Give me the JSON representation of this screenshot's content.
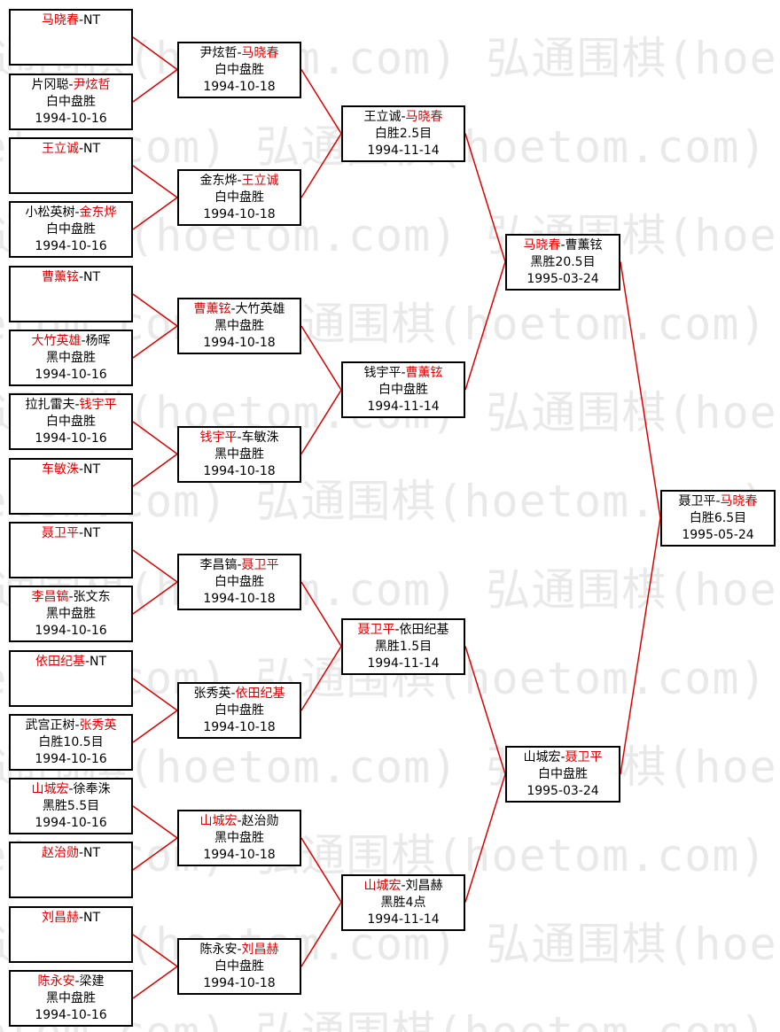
{
  "watermark": {
    "text": "弘通围棋(hoetom.com)"
  },
  "colors": {
    "winner_red": "#dd0000",
    "connector_red": "#dd0000",
    "box_border": "#000000",
    "box_background": "#ffffff",
    "text_black": "#000000",
    "watermark_gray": "#e9e9e9"
  },
  "rounds": [
    {
      "matches": [
        {
          "pre": "",
          "red": "马晓春",
          "post": "-NT",
          "result": "",
          "date": ""
        },
        {
          "pre": "片冈聪-",
          "red": "尹炫哲",
          "post": "",
          "result": "白中盘胜",
          "date": "1994-10-16"
        },
        {
          "pre": "",
          "red": "王立诚",
          "post": "-NT",
          "result": "",
          "date": ""
        },
        {
          "pre": "小松英树-",
          "red": "金东烨",
          "post": "",
          "result": "白中盘胜",
          "date": "1994-10-16"
        },
        {
          "pre": "",
          "red": "曹薰铉",
          "post": "-NT",
          "result": "",
          "date": ""
        },
        {
          "pre": "",
          "red": "大竹英雄",
          "post": "-杨晖",
          "result": "黑中盘胜",
          "date": "1994-10-16"
        },
        {
          "pre": "拉扎雷夫-",
          "red": "钱宇平",
          "post": "",
          "result": "白中盘胜",
          "date": "1994-10-16"
        },
        {
          "pre": "",
          "red": "车敏洙",
          "post": "-NT",
          "result": "",
          "date": ""
        },
        {
          "pre": "",
          "red": "聂卫平",
          "post": "-NT",
          "result": "",
          "date": ""
        },
        {
          "pre": "",
          "red": "李昌镐",
          "post": "-张文东",
          "result": "黑中盘胜",
          "date": "1994-10-16"
        },
        {
          "pre": "",
          "red": "依田纪基",
          "post": "-NT",
          "result": "",
          "date": ""
        },
        {
          "pre": "武宫正树-",
          "red": "张秀英",
          "post": "",
          "result": "白胜10.5目",
          "date": "1994-10-16"
        },
        {
          "pre": "",
          "red": "山城宏",
          "post": "-徐奉洙",
          "result": "黑胜5.5目",
          "date": "1994-10-16"
        },
        {
          "pre": "",
          "red": "赵治勋",
          "post": "-NT",
          "result": "",
          "date": ""
        },
        {
          "pre": "",
          "red": "刘昌赫",
          "post": "-NT",
          "result": "",
          "date": ""
        },
        {
          "pre": "",
          "red": "陈永安",
          "post": "-梁建",
          "result": "黑中盘胜",
          "date": "1994-10-16"
        }
      ]
    },
    {
      "matches": [
        {
          "pre": "尹炫哲-",
          "red": "马晓春",
          "post": "",
          "result": "白中盘胜",
          "date": "1994-10-18"
        },
        {
          "pre": "金东烨-",
          "red": "王立诚",
          "post": "",
          "result": "白中盘胜",
          "date": "1994-10-18"
        },
        {
          "pre": "",
          "red": "曹薰铉",
          "post": "-大竹英雄",
          "result": "黑中盘胜",
          "date": "1994-10-18"
        },
        {
          "pre": "",
          "red": "钱宇平",
          "post": "-车敏洙",
          "result": "黑中盘胜",
          "date": "1994-10-18"
        },
        {
          "pre": "李昌镐-",
          "red": "聂卫平",
          "post": "",
          "result": "白中盘胜",
          "date": "1994-10-18"
        },
        {
          "pre": "张秀英-",
          "red": "依田纪基",
          "post": "",
          "result": "白中盘胜",
          "date": "1994-10-18"
        },
        {
          "pre": "",
          "red": "山城宏",
          "post": "-赵治勋",
          "result": "黑中盘胜",
          "date": "1994-10-18"
        },
        {
          "pre": "陈永安-",
          "red": "刘昌赫",
          "post": "",
          "result": "白中盘胜",
          "date": "1994-10-18"
        }
      ]
    },
    {
      "matches": [
        {
          "pre": "王立诚-",
          "red": "马晓春",
          "post": "",
          "result": "白胜2.5目",
          "date": "1994-11-14"
        },
        {
          "pre": "钱宇平-",
          "red": "曹薰铉",
          "post": "",
          "result": "白中盘胜",
          "date": "1994-11-14"
        },
        {
          "pre": "",
          "red": "聂卫平",
          "post": "-依田纪基",
          "result": "黑胜1.5目",
          "date": "1994-11-14"
        },
        {
          "pre": "",
          "red": "山城宏",
          "post": "-刘昌赫",
          "result": "黑胜4点",
          "date": "1994-11-14"
        }
      ]
    },
    {
      "matches": [
        {
          "pre": "",
          "red": "马晓春",
          "post": "-曹薰铉",
          "result": "黑胜20.5目",
          "date": "1995-03-24"
        },
        {
          "pre": "山城宏-",
          "red": "聂卫平",
          "post": "",
          "result": "白中盘胜",
          "date": "1995-03-24"
        }
      ]
    },
    {
      "matches": [
        {
          "pre": "聂卫平-",
          "red": "马晓春",
          "post": "",
          "result": "白胜6.5目",
          "date": "1995-05-24"
        }
      ]
    }
  ]
}
